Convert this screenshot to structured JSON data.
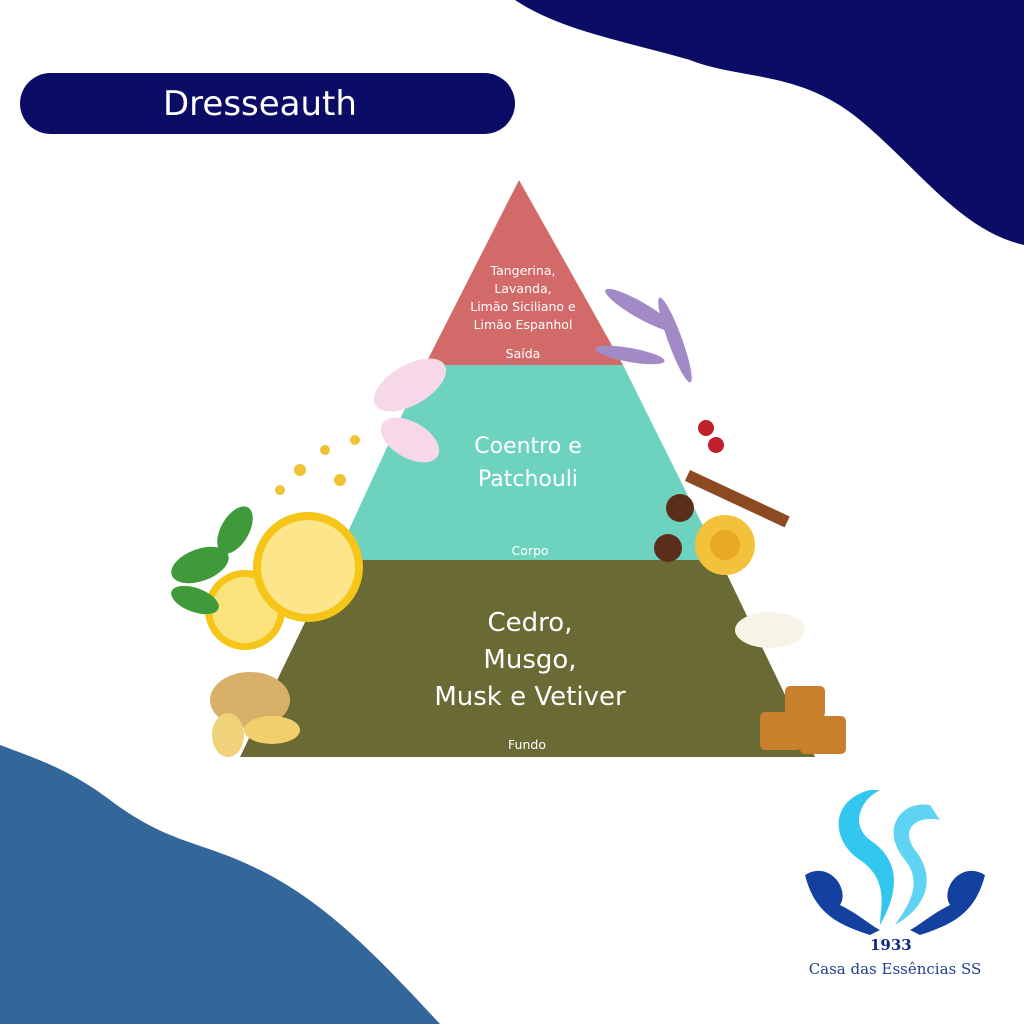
{
  "title": "Dresseauth",
  "pyramid": {
    "top": {
      "notes": "Tangerina,\nLavanda,\nLimão Siciliano e\nLimão Espanhol",
      "label": "Saída",
      "color": "#d26a6a"
    },
    "middle": {
      "notes": "Coentro e\nPatchouli",
      "label": "Corpo",
      "color": "#6dd3bf"
    },
    "base": {
      "notes": "Cedro,\nMusgo,\nMusk e Vetiver",
      "label": "Fundo",
      "color": "#6a6a35"
    }
  },
  "logo": {
    "year": "1933",
    "name": "Casa das Essências SS"
  },
  "colors": {
    "navy": "#0a0c66",
    "blue": "#336699",
    "cyan": "#33c6ee"
  }
}
